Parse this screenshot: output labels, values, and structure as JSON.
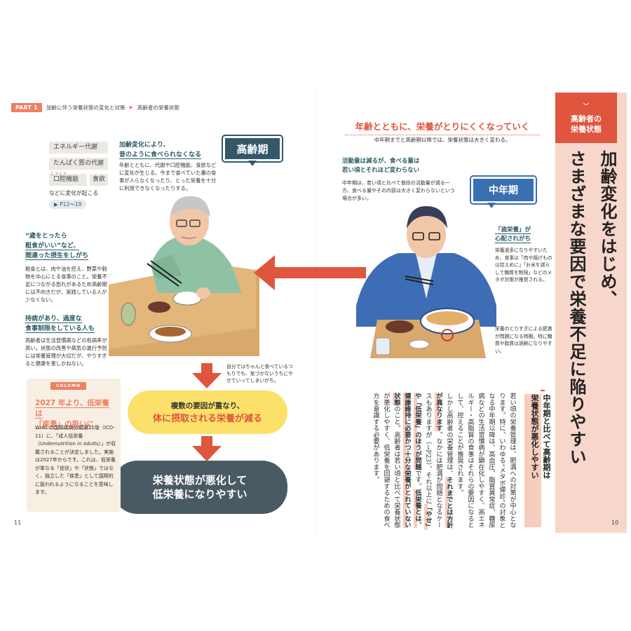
{
  "breadcrumb": {
    "part": "PART 1",
    "section": "加齢に伴う栄養状態の変化と対策",
    "current": "高齢者の栄養状態"
  },
  "left": {
    "tags": {
      "energy": "エネルギー代謝",
      "protein": "たんぱく質の代謝",
      "oral": "口腔機能",
      "oral_ruby": "こうくう",
      "appetite": "食欲"
    },
    "tags_caption": "などに変化が起こる",
    "page_ref": "P12〜19",
    "aging_head_1": "加齢変化により、",
    "aging_head_2": "昔のように食べられなくなる",
    "aging_text": "年齢とともに、代謝や口腔機能、食欲などに変化が生じる。今まで食べていた量の食事が入らなくなったり、とった栄養を十分に利用できなくなったりする。",
    "elderly_label": "高齢期",
    "q1_head_1": "“歳をとったら",
    "q1_head_2": "粗食がいい”など、",
    "q1_head_3": "間違った摂生をしがち",
    "q1_text": "粗食とは、肉や油を控え、野菜や穀物を中心にとる食事のこと。栄養不足につながる恐れがあるため高齢期には不向きだが、実践している人が少なくない。",
    "q2_head_1": "持病があり、過度な",
    "q2_head_2": "食事制限をしている人も",
    "q2_text": "高齢者は生活習慣病などの有病率が高い。状態の改善や病気の進行予防には栄養管理が大切だが、やりすぎると健康を害しかねない。",
    "side_note": "自分ではちゃんと食べているつもりでも、気づかないうちにやせていってしまいがち。",
    "flow_1a": "複数の要因が重なり、",
    "flow_1b": "体に摂取される栄養が減る",
    "flow_2a": "栄養状態が悪化して",
    "flow_2b": "低栄養になりやすい",
    "column": {
      "badge": "COLUMN",
      "title_1": "2027 年より、低栄養は",
      "title_2": "「疾患」の扱いに",
      "text": "WHO の国際疾病分類第11版（ICD-11）に、「成人低栄養（Undernutrition in Adults）」が収載されることが決定しました。実施は2027年からです。これは、低栄養が単なる「症状」や「状態」ではなく、独立した「疾患」として国際的に扱われるようになることを意味します。"
    },
    "page_number": "11"
  },
  "right": {
    "title": "年齢とともに、栄養がとりにくくなっていく",
    "subtitle": "中年期までと高齢期以降では、栄養状態は大きく変わる。",
    "activity_head_1": "活動量は減るが、食べる量は",
    "activity_head_2": "若い頃とそれほど変わらない",
    "activity_text": "中年期は、若い頃と比べて普段の活動量が減る一方、食べる量やその内容は大きく変わらないという場合が多い。",
    "middle_label": "中年期",
    "overeat_head_1": "「過栄養」が",
    "overeat_head_2": "心配されがち",
    "overeat_text": "栄養過多になりやすいため、食事は「肉や揚げものは控えめに」「お米を減らして糖質を制限」などのメタボ対策が推奨される。",
    "metabo_note": "栄養のとりすぎによる肥満が問題になる時期。特に糖質や脂質は過剰になりやすい。",
    "side_tab_1": "高齢者の",
    "side_tab_2": "栄養状態",
    "big_title_1": "加齢変化をはじめ、",
    "big_title_2": "さまざまな要因で栄養不足に陥りやすい",
    "vhead_1": "中年期と比べて高齢期は",
    "vhead_2": "栄養状態が悪化しやすい",
    "body_1": "若い頃の栄養管理は、肥満への対策が中心となります。特に、いわゆる“メタボ健診”の対象となる中年期以降は、高血圧、脂質異常症、糖尿病などの生活習慣病が顕在化しやすく、高エネルギー・高脂質の食事はそれらの要因になるとして、控えることが推奨されます。",
    "body_2a": "しかし高齢者の栄養管理は、",
    "body_2b": "それまでとは方針が異なります",
    "body_2c": "。なかには肥満が問題となるケースもありますが（→P23）、それ以上に",
    "body_2d": "「やせ」や「低栄養」のほうが問題",
    "body_2e": "です。",
    "body_2f": "低栄養とは、健康維持に必要かつ十分な栄養がとれていない状態",
    "body_2g": "のこと。高齢者は若い頃と比べて栄養状態が悪化しやすく、低栄養を回避するための食べ方を意識する必要があります。",
    "page_number": "10"
  },
  "colors": {
    "accent": "#e0553e",
    "teal": "#2d5b67",
    "blue_label": "#3a6fb0",
    "yellow": "#fbe06a",
    "dark_pill": "#4a5a63",
    "side_band": "#f7d7cb"
  }
}
